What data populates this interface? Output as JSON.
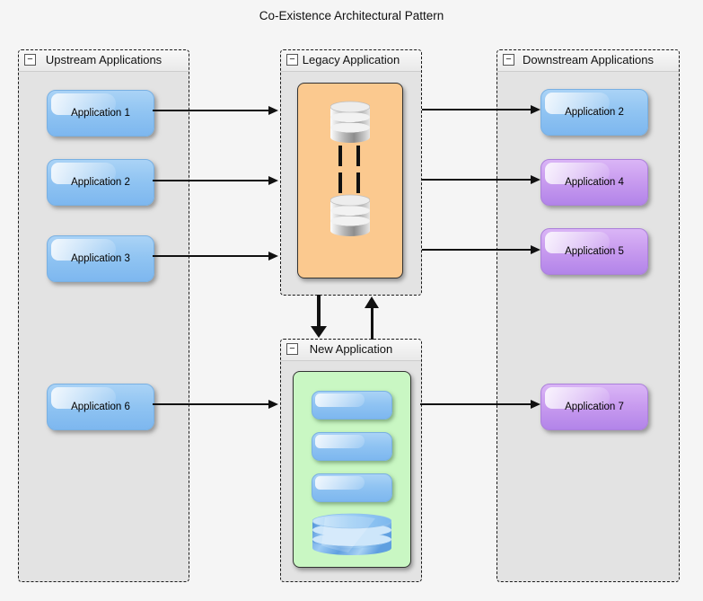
{
  "title": "Co-Existence Architectural Pattern",
  "groups": {
    "upstream": {
      "label": "Upstream Applications",
      "collapse_icon": "−",
      "apps": [
        {
          "label": "Application 1",
          "color": "blue"
        },
        {
          "label": "Application 2",
          "color": "blue"
        },
        {
          "label": "Application 3",
          "color": "blue"
        },
        {
          "label": "Application 6",
          "color": "blue"
        }
      ]
    },
    "legacy": {
      "label": "Legacy Application",
      "collapse_icon": "−",
      "content_icons": [
        "database-gray-icon",
        "database-gray-icon"
      ]
    },
    "new_app": {
      "label": "New Application",
      "collapse_icon": "−",
      "content_icons": [
        "module-bar",
        "module-bar",
        "module-bar",
        "database-blue-icon"
      ]
    },
    "downstream": {
      "label": "Downstream Applications",
      "collapse_icon": "−",
      "apps": [
        {
          "label": "Application 2",
          "color": "blue"
        },
        {
          "label": "Application 4",
          "color": "purple"
        },
        {
          "label": "Application 5",
          "color": "purple"
        },
        {
          "label": "Application 7",
          "color": "purple"
        }
      ]
    }
  },
  "edges": [
    {
      "from": "Application 1",
      "to": "Legacy Application"
    },
    {
      "from": "Application 2 (upstream)",
      "to": "Legacy Application"
    },
    {
      "from": "Application 3",
      "to": "Legacy Application"
    },
    {
      "from": "Application 6",
      "to": "New Application"
    },
    {
      "from": "Legacy Application",
      "to": "Application 2 (downstream)"
    },
    {
      "from": "Legacy Application",
      "to": "Application 4"
    },
    {
      "from": "Legacy Application",
      "to": "Application 5"
    },
    {
      "from": "Legacy Application",
      "to": "New Application"
    },
    {
      "from": "New Application",
      "to": "Legacy Application"
    },
    {
      "from": "New Application",
      "to": "Application 7"
    }
  ],
  "colors": {
    "canvas_bg": "#f5f5f5",
    "group_fill": "#e3e3e3",
    "group_border": "#1a1a1a",
    "blue_node": "#90c4f2",
    "purple_node": "#c89bef",
    "legacy_container": "#fbc98f",
    "new_container": "#c9f7c3",
    "edge": "#111111",
    "database_gray": "#9a9a9a",
    "database_blue": "#6aaae8"
  }
}
